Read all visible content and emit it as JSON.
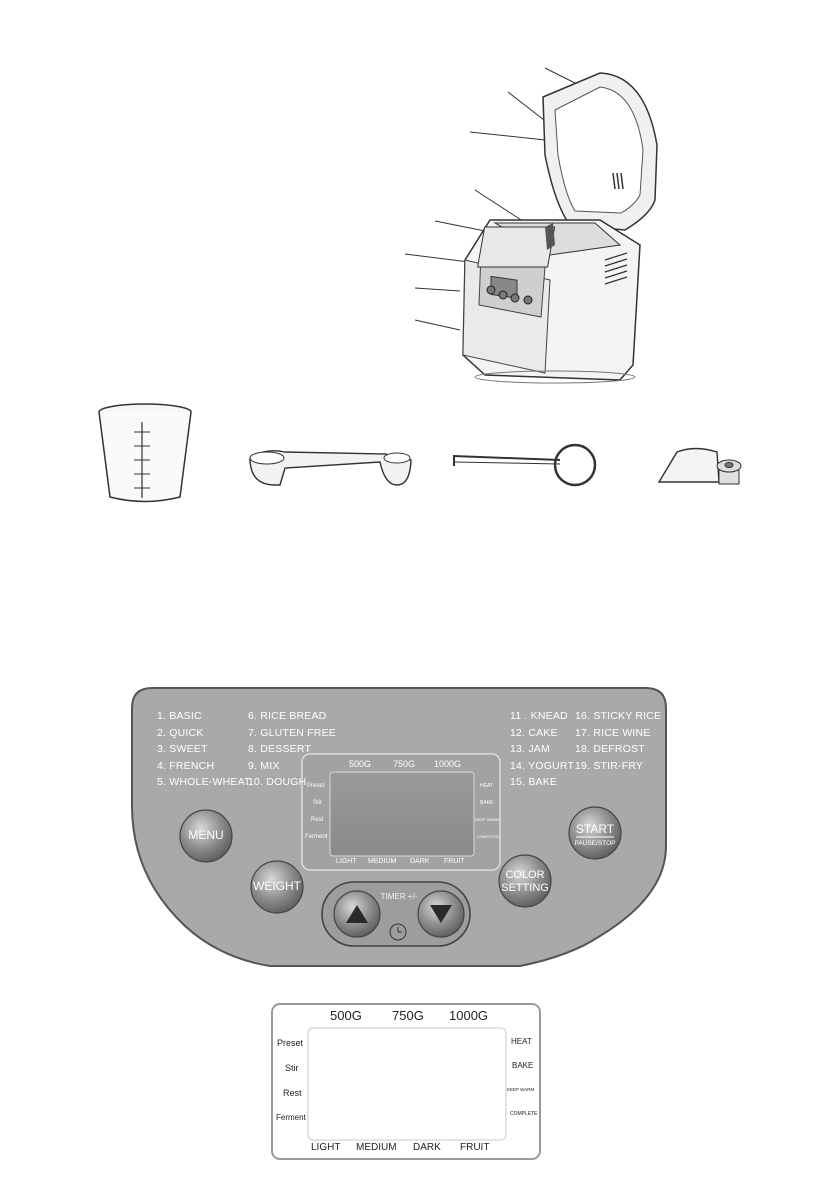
{
  "panel": {
    "menu_col1": [
      "1.  BASIC",
      "2.  QUICK",
      "3.  SWEET",
      "4. FRENCH",
      "5. WHOLE-WHEAT"
    ],
    "menu_col2": [
      "6. RICE BREAD",
      "7. GLUTEN FREE",
      "8. DESSERT",
      "9. MIX",
      "10. DOUGH"
    ],
    "menu_col3": [
      "11 . KNEAD",
      "12. CAKE",
      "13. JAM",
      "14. YOGURT",
      "15. BAKE"
    ],
    "menu_col4": [
      "16. STICKY RICE",
      "17. RICE WINE",
      "18. DEFROST",
      "19. STIR-FRY"
    ],
    "buttons": {
      "menu": "MENU",
      "weight": "WEIGHT",
      "color_line1": "COLOR",
      "color_line2": "SETTING",
      "start": "START",
      "pause_stop": "PAUSE/STOP",
      "timer": "TIMER +/-"
    }
  },
  "display": {
    "weights": [
      "500G",
      "750G",
      "1000G"
    ],
    "left_labels": [
      "Preset",
      "Stir",
      "Rest",
      "Ferment"
    ],
    "right_labels": [
      "HEAT",
      "BAKE",
      "KEEP WARM",
      "COMPLETE"
    ],
    "crust_labels": [
      "LIGHT",
      "MEDIUM",
      "DARK",
      "FRUIT"
    ]
  }
}
